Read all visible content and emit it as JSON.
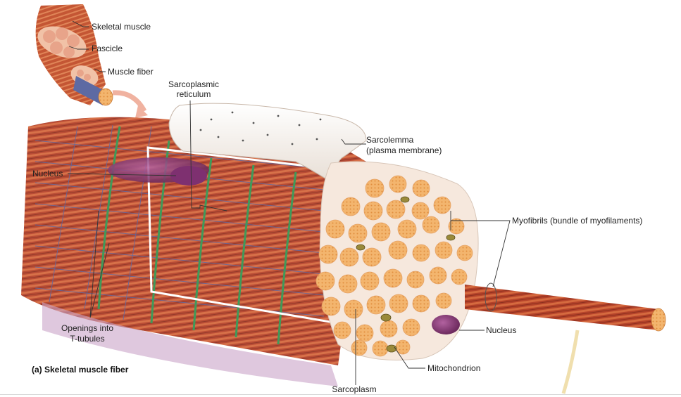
{
  "labels": {
    "skeletal_muscle": "Skeletal muscle",
    "fascicle": "Fascicle",
    "muscle_fiber": "Muscle fiber",
    "sarcoplasmic_reticulum_1": "Sarcoplasmic",
    "sarcoplasmic_reticulum_2": "reticulum",
    "sarcolemma_1": "Sarcolemma",
    "sarcolemma_2": "(plasma membrane)",
    "nucleus_left": "Nucleus",
    "myofibrils": "Myofibrils (bundle of myofilaments)",
    "openings_1": "Openings into",
    "openings_2": "T-tubules",
    "nucleus_right": "Nucleus",
    "mitochondrion": "Mitochondrion",
    "sarcoplasm": "Sarcoplasm",
    "caption": "(a) Skeletal muscle fiber"
  },
  "colors": {
    "muscle_red": "#b5432a",
    "myofibril_peach": "#f2b36b",
    "membrane": "#f1e9e2",
    "t_tubule_green": "#3f9a5a",
    "sr_blue": "#5a6aa8",
    "nucleus_purple": "#8a3a78"
  }
}
